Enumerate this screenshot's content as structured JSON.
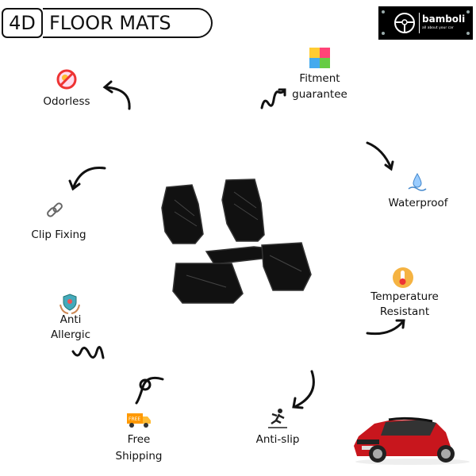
{
  "header": {
    "badge": "4D",
    "title": "FLOOR MATS"
  },
  "logo": {
    "name": "bamboli",
    "tagline": "all about your car"
  },
  "features": [
    {
      "label": "Odorless",
      "icon": "no-odor-icon"
    },
    {
      "label_lines": [
        "Fitment",
        "guarantee"
      ],
      "icon": "puzzle-icon"
    },
    {
      "label": "Waterproof",
      "icon": "water-drop-icon"
    },
    {
      "label": "Clip Fixing",
      "icon": "chain-link-icon"
    },
    {
      "label_lines": [
        "Temperature",
        "Resistant"
      ],
      "icon": "thermometer-icon"
    },
    {
      "label_lines": [
        "Anti",
        "Allergic"
      ],
      "icon": "hands-shield-icon"
    },
    {
      "label_lines": [
        "Free",
        "Shipping"
      ],
      "icon": "delivery-truck-icon",
      "icon_text": "FREE"
    },
    {
      "label": "Anti-slip",
      "icon": "slipping-person-icon"
    }
  ],
  "colors": {
    "car": "#c8161d",
    "mats": "#111111",
    "logo_bg": "#000000"
  }
}
